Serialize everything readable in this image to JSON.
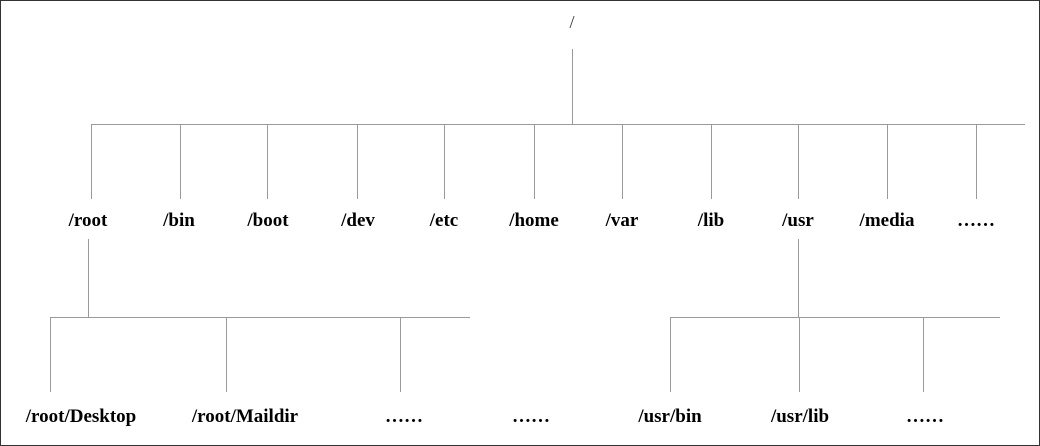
{
  "tree": {
    "root": {
      "label": "/"
    },
    "level1": [
      {
        "label": "/root"
      },
      {
        "label": "/bin"
      },
      {
        "label": "/boot"
      },
      {
        "label": "/dev"
      },
      {
        "label": "/etc"
      },
      {
        "label": "/home"
      },
      {
        "label": "/var"
      },
      {
        "label": "/lib"
      },
      {
        "label": "/usr"
      },
      {
        "label": "/media"
      },
      {
        "label": "……"
      }
    ],
    "root_children": [
      {
        "label": "/root/Desktop"
      },
      {
        "label": "/root/Maildir"
      },
      {
        "label": "……"
      }
    ],
    "standalone_ellipsis": {
      "label": "……"
    },
    "usr_children": [
      {
        "label": "/usr/bin"
      },
      {
        "label": "/usr/lib"
      },
      {
        "label": "……"
      }
    ]
  },
  "colors": {
    "line": "#9a9a9a",
    "text": "#000000",
    "border": "#333333"
  }
}
